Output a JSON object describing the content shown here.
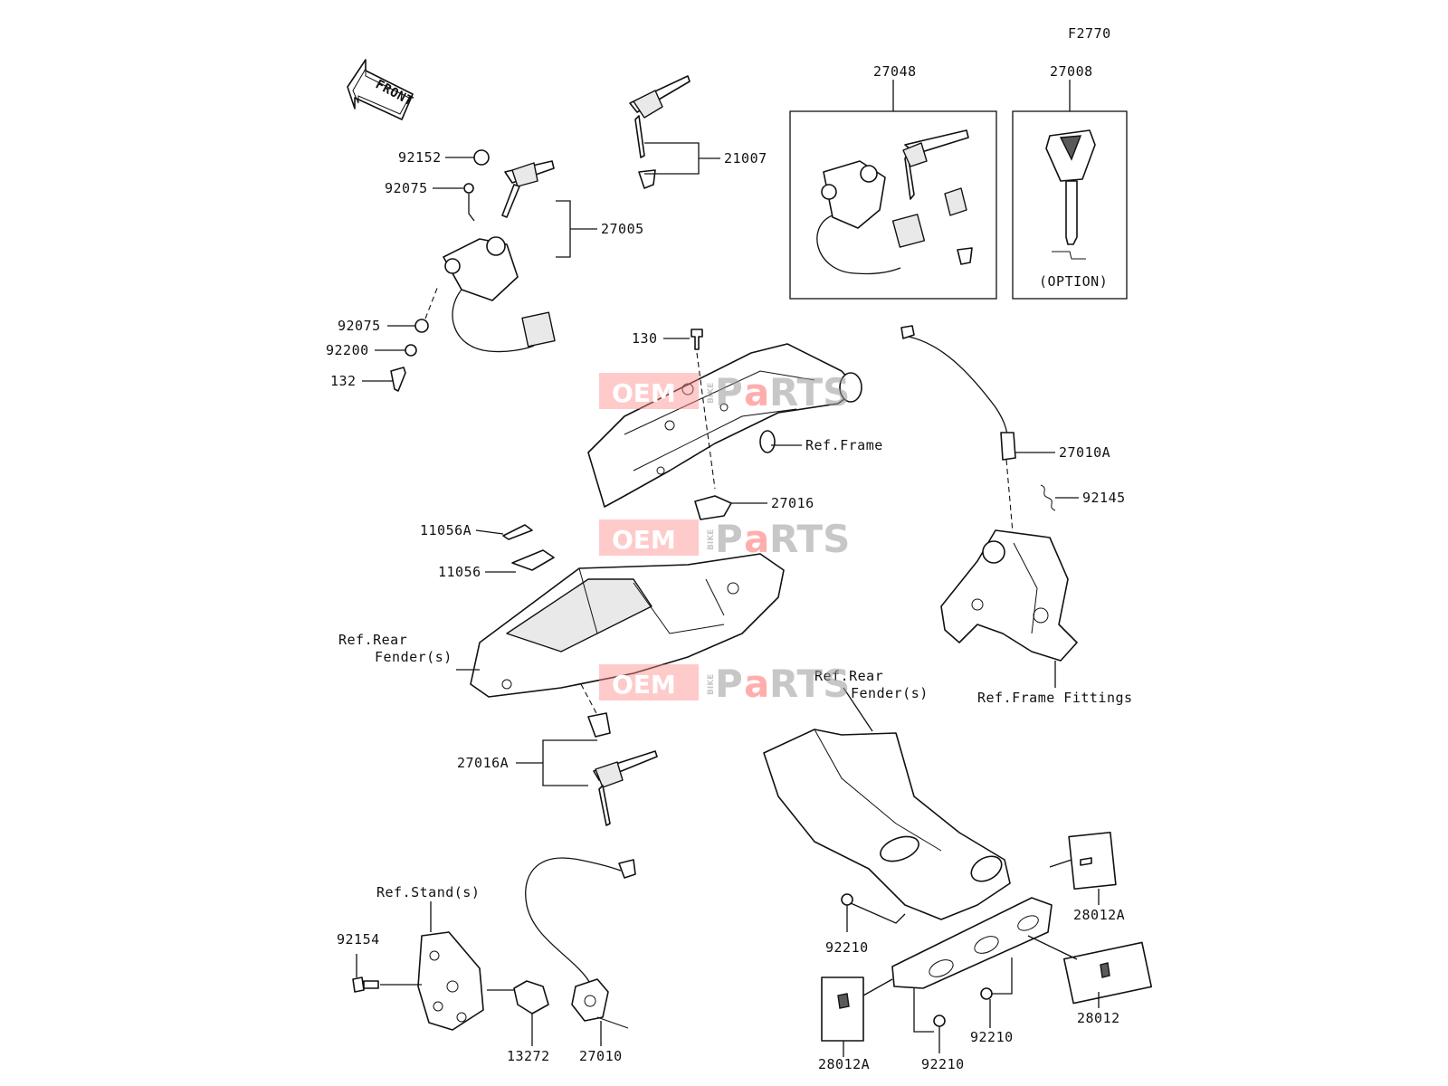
{
  "figure_id": "F2770",
  "front_arrow": "FRONT",
  "option_note": "(OPTION)",
  "labels": {
    "p27048": "27048",
    "p27008": "27008",
    "p21007": "21007",
    "p92152": "92152",
    "p92075a": "92075",
    "p27005": "27005",
    "p92075b": "92075",
    "p92200": "92200",
    "p132": "132",
    "p130": "130",
    "ref_frame": "Ref.Frame",
    "p27010A": "27010A",
    "p92145": "92145",
    "p27016": "27016",
    "p11056A": "11056A",
    "p11056": "11056",
    "ref_rear_fender_1a": "Ref.Rear",
    "ref_rear_fender_1b": "Fender(s)",
    "ref_rear_fender_2a": "Ref.Rear",
    "ref_rear_fender_2b": "Fender(s)",
    "ref_frame_fittings": "Ref.Frame Fittings",
    "p27016A": "27016A",
    "ref_stands": "Ref.Stand(s)",
    "p92154": "92154",
    "p13272": "13272",
    "p27010": "27010",
    "p92210a": "92210",
    "p92210b": "92210",
    "p92210c": "92210",
    "p28012A_a": "28012A",
    "p28012A_b": "28012A",
    "p28012": "28012"
  },
  "watermark": {
    "oem": "OEM",
    "bike": "BIKE",
    "parts_p": "P",
    "parts_a": "a",
    "parts_rts": "RTS"
  }
}
